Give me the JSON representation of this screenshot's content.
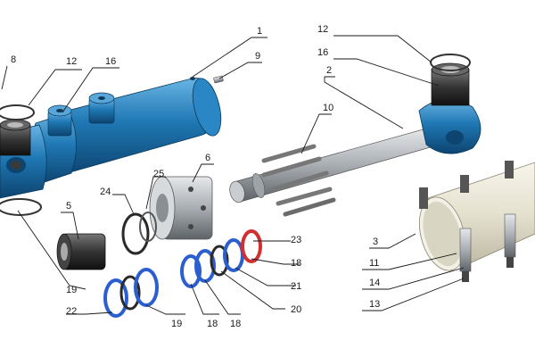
{
  "colors": {
    "body_blue": "#1f6fa6",
    "body_blue_dark": "#0f4d7a",
    "body_blue_light": "#5aa6d8",
    "steel": "#b8bcc0",
    "steel_dark": "#6b7075",
    "seal_black": "#2a2a2a",
    "seal_blue": "#2b5fd0",
    "seal_red": "#d03030",
    "tube_cream": "#ece9d8",
    "line": "#1a1a1a",
    "background": "#ffffff"
  },
  "callouts": [
    {
      "id": "c1",
      "text": "1"
    },
    {
      "id": "c2",
      "text": "2"
    },
    {
      "id": "c3",
      "text": "3"
    },
    {
      "id": "c5",
      "text": "5"
    },
    {
      "id": "c6",
      "text": "6"
    },
    {
      "id": "c8",
      "text": "8"
    },
    {
      "id": "c9",
      "text": "9"
    },
    {
      "id": "c10",
      "text": "10"
    },
    {
      "id": "c11",
      "text": "11"
    },
    {
      "id": "c12a",
      "text": "12"
    },
    {
      "id": "c12b",
      "text": "12"
    },
    {
      "id": "c13",
      "text": "13"
    },
    {
      "id": "c14",
      "text": "14"
    },
    {
      "id": "c16a",
      "text": "16"
    },
    {
      "id": "c16b",
      "text": "16"
    },
    {
      "id": "c18a",
      "text": "18"
    },
    {
      "id": "c18b",
      "text": "18"
    },
    {
      "id": "c18c",
      "text": "18"
    },
    {
      "id": "c19a",
      "text": "19"
    },
    {
      "id": "c19b",
      "text": "19"
    },
    {
      "id": "c20",
      "text": "20"
    },
    {
      "id": "c21",
      "text": "21"
    },
    {
      "id": "c22",
      "text": "22"
    },
    {
      "id": "c23",
      "text": "23"
    },
    {
      "id": "c24",
      "text": "24"
    },
    {
      "id": "c25",
      "text": "25"
    }
  ]
}
